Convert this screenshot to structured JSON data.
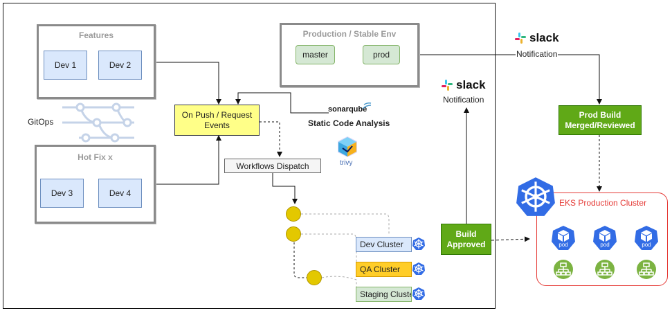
{
  "groups": {
    "features": {
      "title": "Features",
      "devs": [
        "Dev 1",
        "Dev 2"
      ]
    },
    "hotfix": {
      "title": "Hot Fix x",
      "devs": [
        "Dev 3",
        "Dev 4"
      ]
    },
    "production": {
      "title": "Production / Stable Env",
      "branches": [
        "master",
        "prod"
      ]
    }
  },
  "gitops_label": "GitOps",
  "events_label": "On Push / Request Events",
  "sonarqube_label": "sonarqube",
  "static_analysis_label": "Static Code Analysis",
  "trivy_label": "trivy",
  "workflows_label": "Workflows Dispatch",
  "clusters": [
    "Dev Cluster",
    "QA Cluster",
    "Staging Cluster"
  ],
  "build_approved_label": "Build Approved",
  "prod_build_label": "Prod Build Merged/Reviewed",
  "eks_label": "EKS Production Cluster",
  "pod_label": "pod",
  "slack": {
    "brand": "slack",
    "notification_label": "Notification"
  },
  "colors": {
    "dev_fill": "#dae8fc",
    "branch_fill": "#d5e8d4",
    "events_fill": "#ffff88",
    "approve_fill": "#60a917",
    "qa_fill": "#ffcd28",
    "k8s_blue": "#326ce5",
    "eks_border": "#e53935",
    "service_green": "#7cb342",
    "dot_yellow": "#e3c800"
  },
  "icons": [
    "slack-icon",
    "kubernetes-icon",
    "pod-icon",
    "service-icon",
    "gitops-branch-icon",
    "trivy-icon",
    "sonarqube-wave-icon"
  ]
}
